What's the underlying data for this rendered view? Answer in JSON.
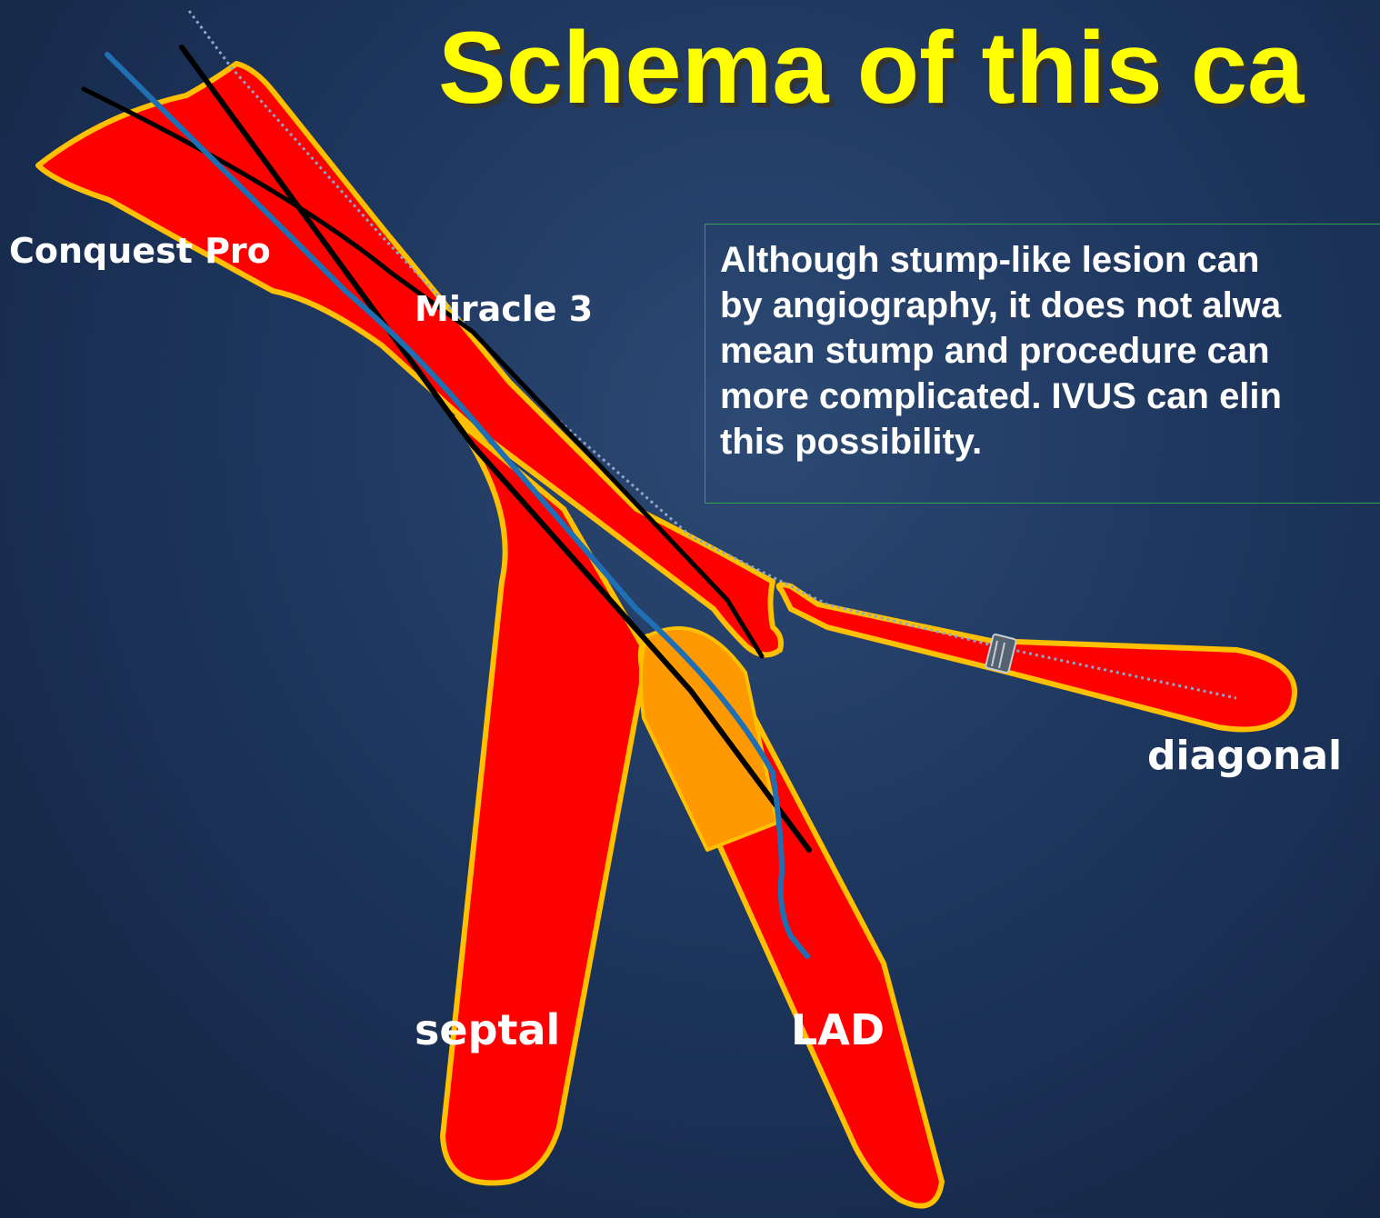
{
  "title": "Schema of this ca",
  "note": "Although stump-like lesion can\nby angiography, it does not alwa\nmean stump and procedure can\nmore complicated. IVUS can elin\nthis possibility.",
  "labels": {
    "conquest": "Conquest Pro",
    "miracle": "Miracle 3",
    "diagonal": "diagonal",
    "septal": "septal",
    "lad": "LAD"
  },
  "colors": {
    "vessel": "#ff0000",
    "vessel_outline": "#ffc000",
    "lesion": "#ff9900",
    "wire_black": "#000000",
    "wire_blue": "#1f6fb5",
    "title": "#ffff00"
  }
}
